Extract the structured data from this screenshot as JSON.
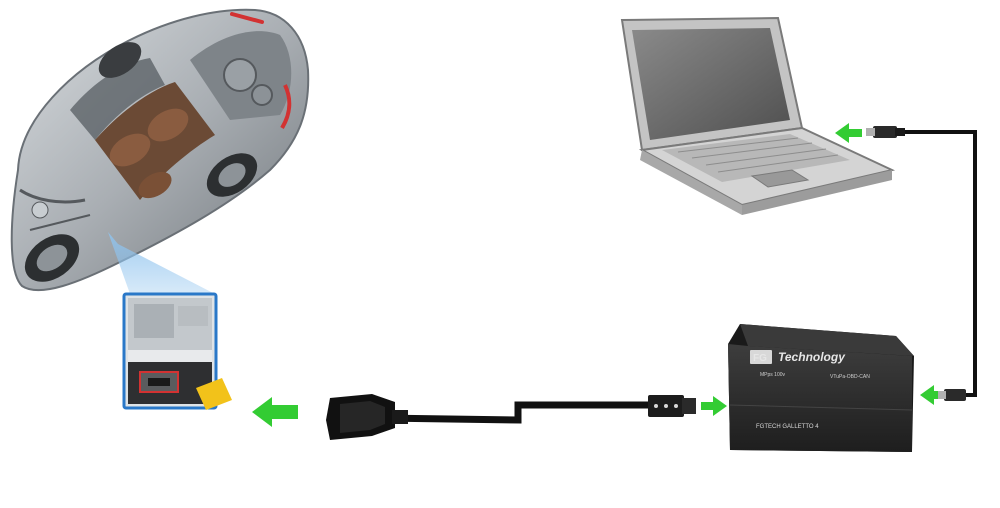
{
  "device": {
    "brand": "Technology",
    "logo_mark": "FG",
    "port_left_label": "MPps 100v",
    "port_right_label": "VTuPa-OBD-CAN",
    "model_label": "FGTECH GALLETTO 4"
  },
  "colors": {
    "arrow_green": "#33cc33",
    "cable": "#111111",
    "car_body": "#a9aeb3",
    "device_body": "#2b2b2b",
    "laptop_body": "#b9b9b9",
    "inset_border": "#2a78c8",
    "highlight_blue": "#8fc3ee"
  },
  "icons": [
    "car-cutaway-icon",
    "obd-port-inset-icon",
    "obd-connector-icon",
    "ecu-programmer-icon",
    "laptop-icon",
    "usb-plug-icon",
    "arrow-left-icon"
  ]
}
